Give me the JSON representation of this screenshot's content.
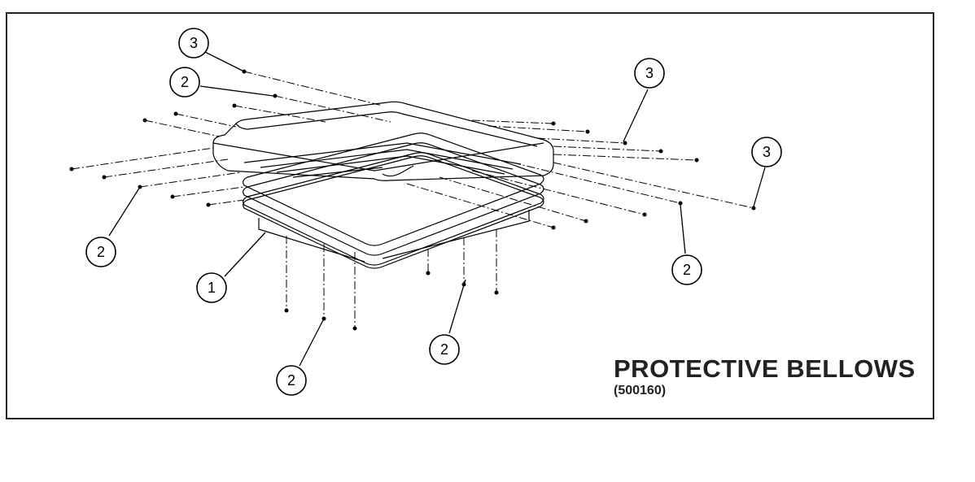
{
  "title": "PROTECTIVE BELLOWS",
  "part_number": "(500160)",
  "callouts": [
    {
      "id": "c-3-top-left",
      "label": "3"
    },
    {
      "id": "c-2-top-left",
      "label": "2"
    },
    {
      "id": "c-3-top-right",
      "label": "3"
    },
    {
      "id": "c-3-right",
      "label": "3"
    },
    {
      "id": "c-2-left",
      "label": "2"
    },
    {
      "id": "c-1",
      "label": "1"
    },
    {
      "id": "c-2-right",
      "label": "2"
    },
    {
      "id": "c-2-bottom-mid",
      "label": "2"
    },
    {
      "id": "c-2-bottom-left",
      "label": "2"
    }
  ],
  "colors": {
    "line": "#000000",
    "frame": "#222222",
    "background": "#ffffff"
  }
}
